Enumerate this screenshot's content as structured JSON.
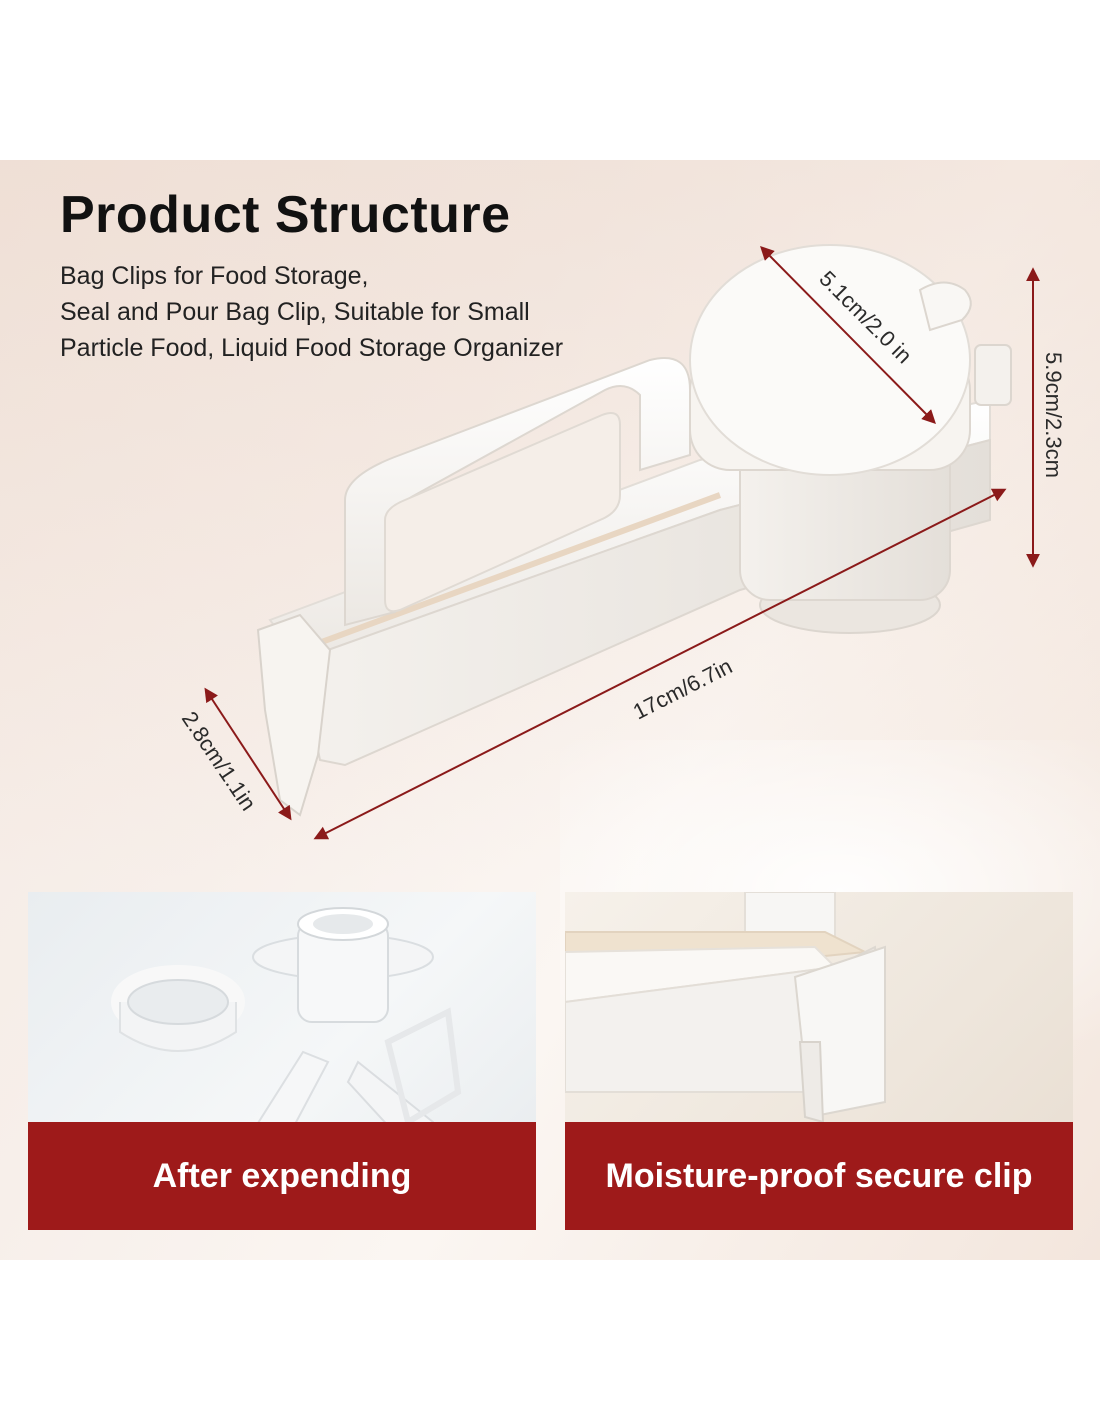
{
  "header": {
    "title": "Product Structure",
    "description_lines": [
      "Bag Clips for Food Storage,",
      "Seal and Pour Bag Clip, Suitable for Small",
      "Particle Food, Liquid Food Storage Organizer"
    ]
  },
  "dimensions": {
    "lid_diameter": "5.1cm/2.0 in",
    "height": "5.9cm/2.3cm",
    "length": "17cm/6.7in",
    "width": "2.8cm/1.1in"
  },
  "panels": [
    {
      "caption": "After expending"
    },
    {
      "caption": "Moisture-proof secure clip"
    }
  ],
  "colors": {
    "accent": "#9e1a1a",
    "arrow": "#8b1a1a",
    "title": "#111111"
  }
}
